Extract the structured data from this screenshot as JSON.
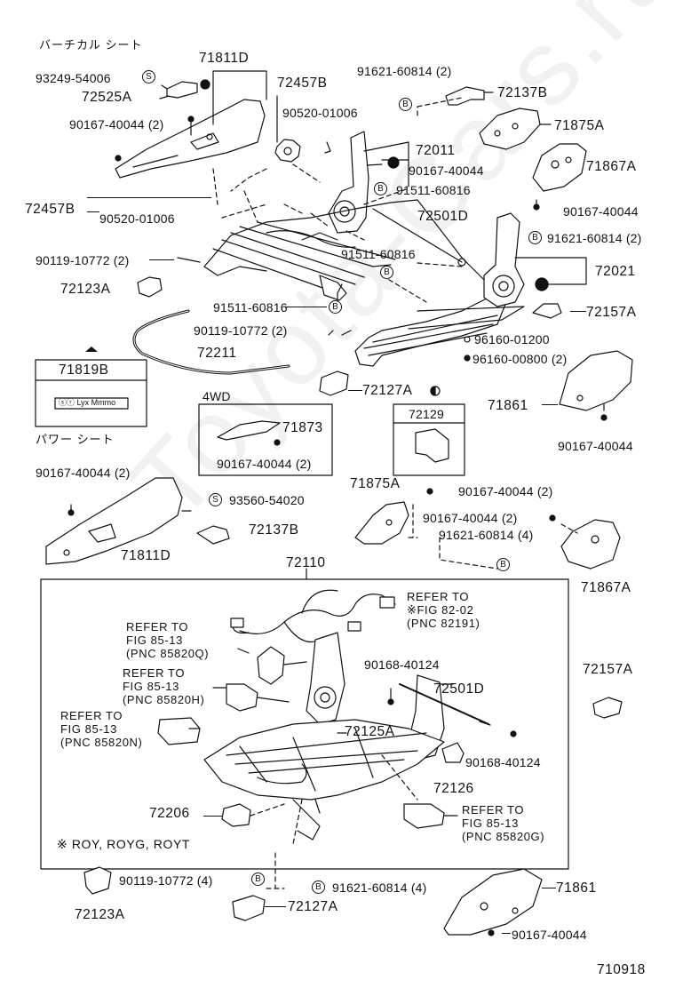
{
  "sections": {
    "vertical_seat": "バーチカル シート",
    "power_seat": "パワー シート",
    "four_wd": "4WD"
  },
  "watermark": "Toyota-Cars.ru",
  "footnote": "※ ROY, ROYG, ROYT",
  "figure_number": "710918",
  "badges": {
    "s": "S",
    "b": "B"
  },
  "part_numbers": {
    "p71811D_top": "71811D",
    "p93249": "93249-54006",
    "p72525A": "72525A",
    "p90167_40044_2_top": "90167-40044 (2)",
    "p72457B_top": "72457B",
    "p90520_top": "90520-01006",
    "p91621_60814_2_top": "91621-60814 (2)",
    "p72137B_top": "72137B",
    "p72011": "72011",
    "p71875A_top": "71875A",
    "p90167_40044_mid": "90167-40044",
    "p71867A_top": "71867A",
    "p91511_60816_a": "91511-60816",
    "p72457B_left": "72457B",
    "p90520_left": "90520-01006",
    "p72501D_top": "72501D",
    "p90167_40044_right": "90167-40044",
    "p90119_10772_2_a": "90119-10772 (2)",
    "p91511_60816_b": "91511-60816",
    "p91621_60814_2_right": "91621-60814 (2)",
    "p72021": "72021",
    "p72123A_top": "72123A",
    "p91511_60816_c": "91511-60816",
    "p72157A_top": "72157A",
    "p90119_10772_2_b": "90119-10772 (2)",
    "p96160_01200": "96160-01200",
    "p71819B": "71819B",
    "p72211": "72211",
    "p96160_00800": "96160-00800 (2)",
    "p72127A_top": "72127A",
    "p72129": "72129",
    "p71861_top": "71861",
    "p71873": "71873",
    "p90167_40044_2_4wd": "90167-40044 (2)",
    "p90167_40044_lowerright": "90167-40044",
    "p90167_40044_2_power": "90167-40044 (2)",
    "p93560": "93560-54020",
    "p71875A_mid": "71875A",
    "p90167_40044_2_mid": "90167-40044 (2)",
    "p90167_40044_2_mid2": "90167-40044 (2)",
    "p91621_60814_4_mid": "91621-60814 (4)",
    "p72137B_mid": "72137B",
    "p71811D_mid": "71811D",
    "p71867A_mid": "71867A",
    "p72110": "72110",
    "p90168_40124_a": "90168-40124",
    "p72501D_low": "72501D",
    "p72157A_low": "72157A",
    "p72125A": "72125A",
    "p90168_40124_b": "90168-40124",
    "p72126": "72126",
    "p72206": "72206",
    "p90119_10772_4": "90119-10772 (4)",
    "p91621_60814_4_low": "91621-60814 (4)",
    "p71861_low": "71861",
    "p72123A_low": "72123A",
    "p72127A_low": "72127A",
    "p90167_40044_bottom": "90167-40044"
  },
  "references": {
    "ref_82191": "REFER TO\n※FIG 82-02\n(PNC 82191)",
    "ref_85820Q": "REFER TO\nFIG 85-13\n(PNC 85820Q)",
    "ref_85820H": "REFER TO\nFIG 85-13\n(PNC 85820H)",
    "ref_85820N": "REFER TO\nFIG 85-13\n(PNC 85820N)",
    "ref_85820G": "REFER TO\nFIG 85-13\n(PNC 85820G)"
  },
  "label_card": "ⓢⓡ Lyx Mmmo"
}
